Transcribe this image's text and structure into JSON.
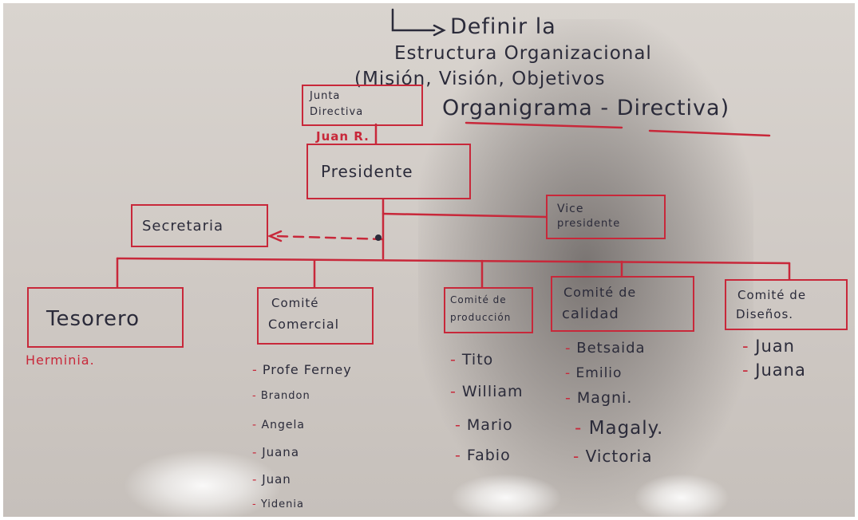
{
  "colors": {
    "marker_red": "#c8283a",
    "marker_black": "#2b2b3a",
    "board": "#d4cfca"
  },
  "header": {
    "line1": "Definir la",
    "line2": "Estructura Organizacional",
    "line3": "(Misión, Visión, Objetivos",
    "line4": "Organigrama - Directiva)"
  },
  "junta": {
    "line1": "Junta",
    "line2": "Directiva"
  },
  "president": {
    "name": "Juan R.",
    "title": "Presidente"
  },
  "vice": {
    "line1": "Vice",
    "line2": "presidente"
  },
  "secretary": {
    "title": "Secretaria"
  },
  "treasurer": {
    "title": "Tesorero",
    "member": "Herminia."
  },
  "committees": [
    {
      "line1": "Comité",
      "line2": "Comercial",
      "members": [
        "Profe Ferney",
        "Brandon",
        "Angela",
        "Juana",
        "Juan",
        "Yidenia"
      ]
    },
    {
      "line1": "Comité de",
      "line2": "producción",
      "members": [
        "Tito",
        "William",
        "Mario",
        "Fabio"
      ]
    },
    {
      "line1": "Comité de",
      "line2": "calidad",
      "members": [
        "Betsaida",
        "Emilio",
        "Magni.",
        "Magaly.",
        "Victoria"
      ]
    },
    {
      "line1": "Comité de",
      "line2": "Diseños.",
      "members": [
        "Juan",
        "Juana"
      ]
    }
  ]
}
